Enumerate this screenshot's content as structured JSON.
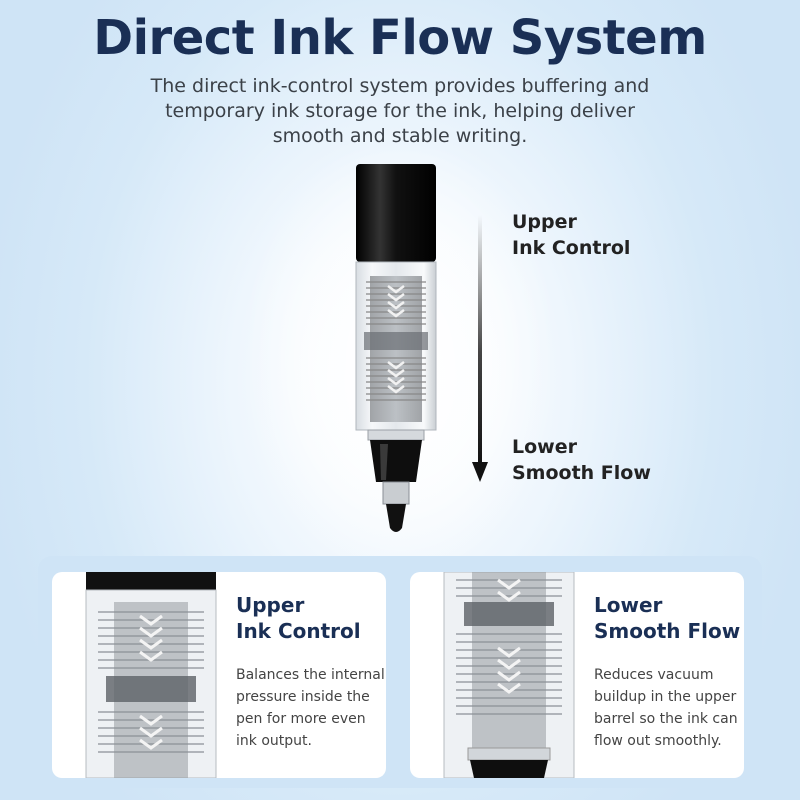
{
  "header": {
    "title": "Direct Ink Flow System",
    "subtitle": "The direct ink-control system provides buffering and temporary ink storage for the ink, helping deliver smooth and stable writing."
  },
  "diagram": {
    "upper_label_line1": "Upper",
    "upper_label_line2": "Ink Control",
    "lower_label_line1": "Lower",
    "lower_label_line2": "Smooth Flow"
  },
  "cards": [
    {
      "title_line1": "Upper",
      "title_line2": "Ink Control",
      "description": "Balances the internal pressure inside the pen for more even ink output."
    },
    {
      "title_line1": "Lower",
      "title_line2": "Smooth Flow",
      "description": "Reduces vacuum buildup in the upper barrel so the ink can flow out smoothly."
    }
  ],
  "colors": {
    "title": "#1a2f55",
    "background": "#d6e9f8",
    "panel": "#cfe4f6",
    "ink": "#111111"
  }
}
